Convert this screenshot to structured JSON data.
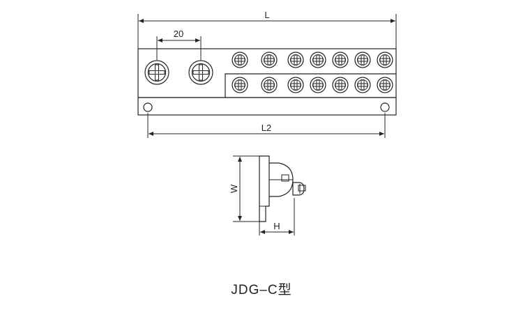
{
  "diagram": {
    "title": "JDG–C型",
    "dimensions": {
      "overall_length": "L",
      "terminal_pitch": "20",
      "mounting_hole_spacing": "L2",
      "width": "W",
      "height": "H"
    },
    "counts": {
      "large_terminals": 2,
      "small_terminals_per_row": 7,
      "small_terminal_rows": 2,
      "mounting_holes": 2
    },
    "colors": {
      "line": "#222222",
      "background": "#ffffff"
    }
  }
}
